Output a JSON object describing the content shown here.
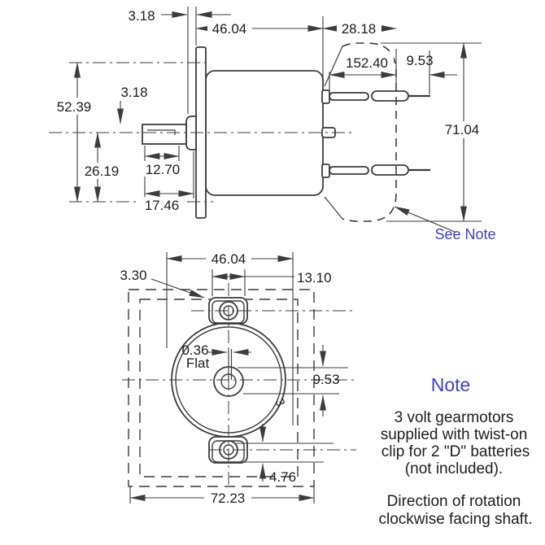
{
  "colors": {
    "line": "#3c3c3c",
    "text": "#1d1d1d",
    "accent_blue": "#4141c8",
    "background": "#ffffff"
  },
  "side_view": {
    "flange_thickness": "3.18",
    "body_length": "46.04",
    "clip_offset": "28.18",
    "lead_length": "152.40",
    "lead_tab_length": "9.53",
    "mount_hole_span": "52.39",
    "shaft_flat_offset": "3.18",
    "center_to_mount": "26.19",
    "shaft_length": "12.70",
    "shaft_overall": "17.46",
    "clip_height": "71.04",
    "see_note": "See Note"
  },
  "front_view": {
    "mount_width": "46.04",
    "ear_width": "13.10",
    "hole_note": "3.30",
    "flat_depth": "0.36",
    "flat_label": "Flat",
    "shaft_offset": "9.53",
    "ear_offset": "4.76",
    "clip_width": "72.23",
    "partial_digit": "3"
  },
  "note": {
    "heading": "Note",
    "supply_lines": [
      "3 volt gearmotors",
      "supplied with twist-on",
      "clip for 2 \"D\" batteries",
      "(not included)."
    ],
    "rotation_lines": [
      "Direction of rotation",
      "clockwise facing shaft."
    ]
  }
}
